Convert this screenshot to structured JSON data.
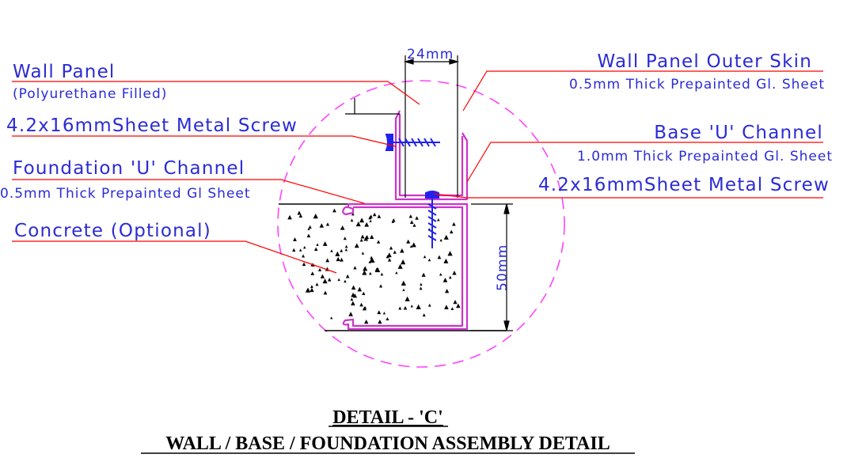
{
  "labels": {
    "wall_panel": "Wall Panel",
    "wall_panel_sub": "(Polyurethane Filled)",
    "screw_left": "4.2x16mmSheet Metal Screw",
    "foundation_channel": "Foundation 'U' Channel",
    "foundation_channel_sub": "0.5mm Thick Prepainted Gl Sheet",
    "concrete": "Concrete (Optional)",
    "outer_skin": "Wall Panel Outer Skin",
    "outer_skin_sub": "0.5mm Thick Prepainted Gl. Sheet",
    "base_channel": "Base 'U' Channel",
    "base_channel_sub": "1.0mm Thick Prepainted Gl. Sheet",
    "screw_right": "4.2x16mmSheet Metal Screw"
  },
  "dimensions": {
    "width": "24mm",
    "height": "50mm"
  },
  "title": {
    "line1": "DETAIL - 'C'",
    "line2": "WALL / BASE / FOUNDATION ASSEMBLY DETAIL"
  },
  "colors": {
    "text": "#2b2bd6",
    "leader": "#ff0000",
    "profile": "#cc33cc",
    "circle": "#ff44ff",
    "screw": "#2222ee",
    "linework": "#000000"
  }
}
